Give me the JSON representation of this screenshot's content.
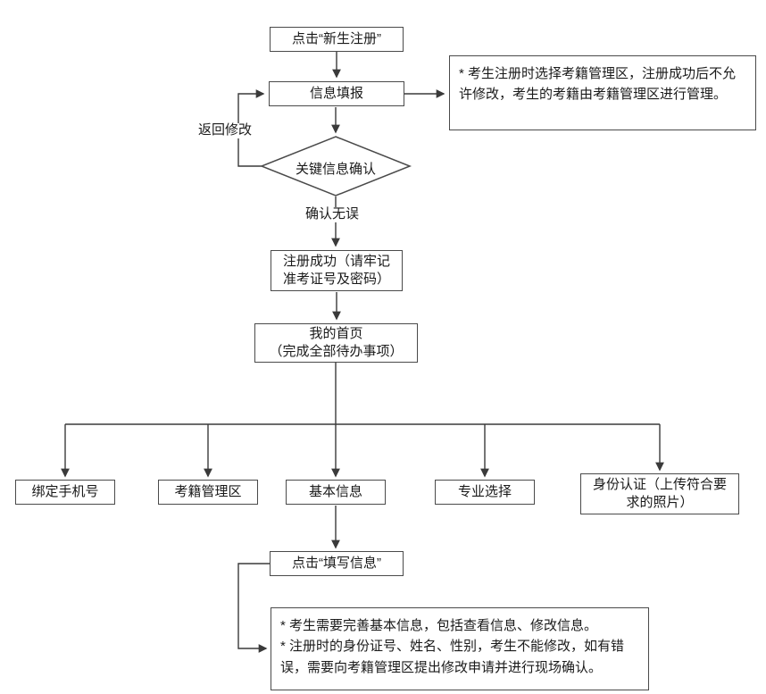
{
  "flow": {
    "register": "点击“新生注册”",
    "info_fill": "信息填报",
    "note_top": "* 考生注册时选择考籍管理区，注册成功后不允许修改，考生的考籍由考籍管理区进行管理。",
    "decision": "关键信息确认",
    "label_back": "返回修改",
    "label_ok": "确认无误",
    "success_line1": "注册成功（请牢记",
    "success_line2": "准考证号及密码）",
    "home_line1": "我的首页",
    "home_line2": "（完成全部待办事项）",
    "phone": "绑定手机号",
    "area": "考籍管理区",
    "basic": "基本信息",
    "major": "专业选择",
    "identity_line1": "身份认证（上传符合要",
    "identity_line2": "求的照片）",
    "fill_click": "点击“填写信息”",
    "note_bottom_1": "* 考生需要完善基本信息，包括查看信息、修改信息。",
    "note_bottom_2": "* 注册时的身份证号、姓名、性别，考生不能修改，如有错误，需要向考籍管理区提出修改申请并进行现场确认。"
  }
}
